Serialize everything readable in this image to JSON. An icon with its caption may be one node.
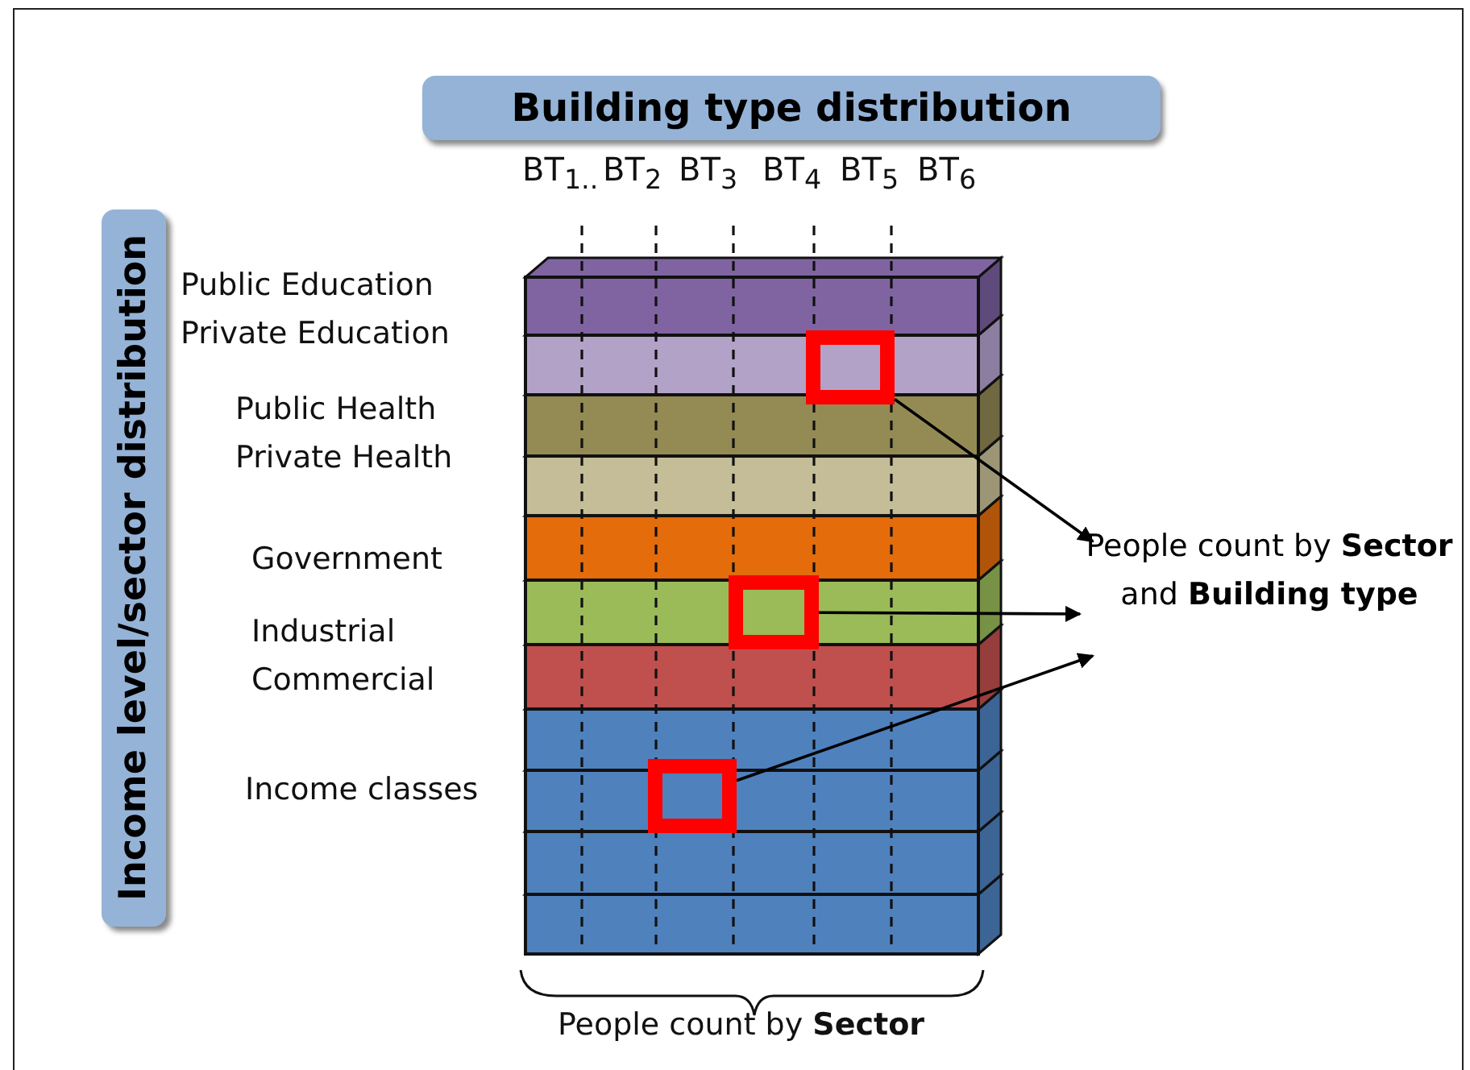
{
  "diagram": {
    "nodes": [
      {
        "text": [
          "Building type distribution"
        ]
      },
      {
        "text": [
          "Income level/sector distribution"
        ]
      },
      {
        "text": [],
        "shape": "box"
      },
      {
        "text": [],
        "shape": "box"
      },
      {
        "text": [],
        "shape": "box"
      },
      {
        "text": [
          "People count by **Sector** and **Building type**"
        ]
      }
    ],
    "edges": [
      {
        "from": 2,
        "to": 5,
        "arrow": "to"
      },
      {
        "from": 3,
        "to": 5,
        "arrow": "to"
      },
      {
        "from": 4,
        "to": 5,
        "arrow": "to"
      }
    ],
    "labels": [
      "BT$_{1..}$",
      "BT$_{2}$",
      "BT$_{3}$",
      "BT$_{4}$",
      "BT$_{5}$",
      "BT$_{6}$",
      "Public Education",
      "Private Education",
      "Public Health",
      "Private Health",
      "Government",
      "Industrial",
      "Commercial",
      "Income classes",
      "People count by **Sector**"
    ]
  }
}
